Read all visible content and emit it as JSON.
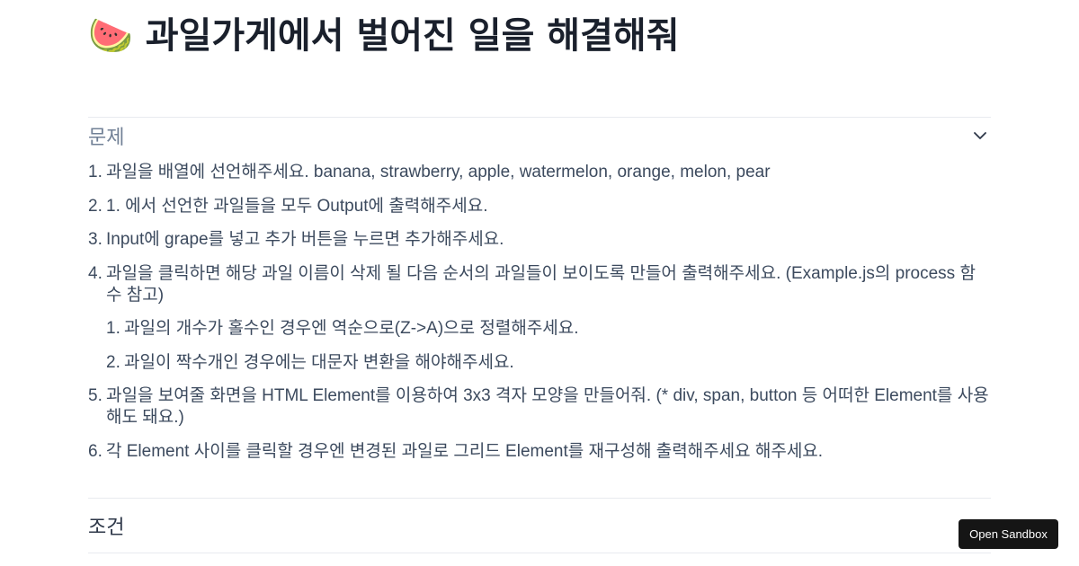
{
  "page": {
    "title": "🍉 과일가게에서 벌어진 일을 해결해줘"
  },
  "sections": [
    {
      "label": "문제",
      "expanded": true,
      "items": [
        {
          "num": "1.",
          "text": "과일을 배열에 선언해주세요. banana, strawberry, apple, watermelon, orange, melon, pear"
        },
        {
          "num": "2.",
          "text": "1. 에서 선언한 과일들을 모두 Output에 출력해주세요."
        },
        {
          "num": "3.",
          "text": "Input에 grape를 넣고 추가 버튼을 누르면 추가해주세요."
        },
        {
          "num": "4.",
          "text": "과일을 클릭하면 해당 과일 이름이 삭제 될 다음 순서의 과일들이 보이도록 만들어 출력해주세요. (Example.js의 process 함수 참고)",
          "subitems": [
            {
              "num": "1.",
              "text": "과일의 개수가 홀수인 경우엔 역순으로(Z->A)으로 정렬해주세요."
            },
            {
              "num": "2.",
              "text": "과일이 짝수개인 경우에는 대문자 변환을 해야해주세요."
            }
          ]
        },
        {
          "num": "5.",
          "text": "과일을 보여줄 화면을 HTML Element를 이용하여 3x3 격자 모양을 만들어줘. (* div, span, button 등 어떠한 Element를 사용해도 돼요.)"
        },
        {
          "num": "6.",
          "text": "각 Element 사이를 클릭할 경우엔 변경된 과일로 그리드 Element를 재구성해 출력해주세요 해주세요."
        }
      ]
    },
    {
      "label": "조건",
      "expanded": false
    }
  ],
  "icons": {
    "chevron": "chevron-down-icon"
  },
  "actions": {
    "open_sandbox": "Open Sandbox"
  }
}
